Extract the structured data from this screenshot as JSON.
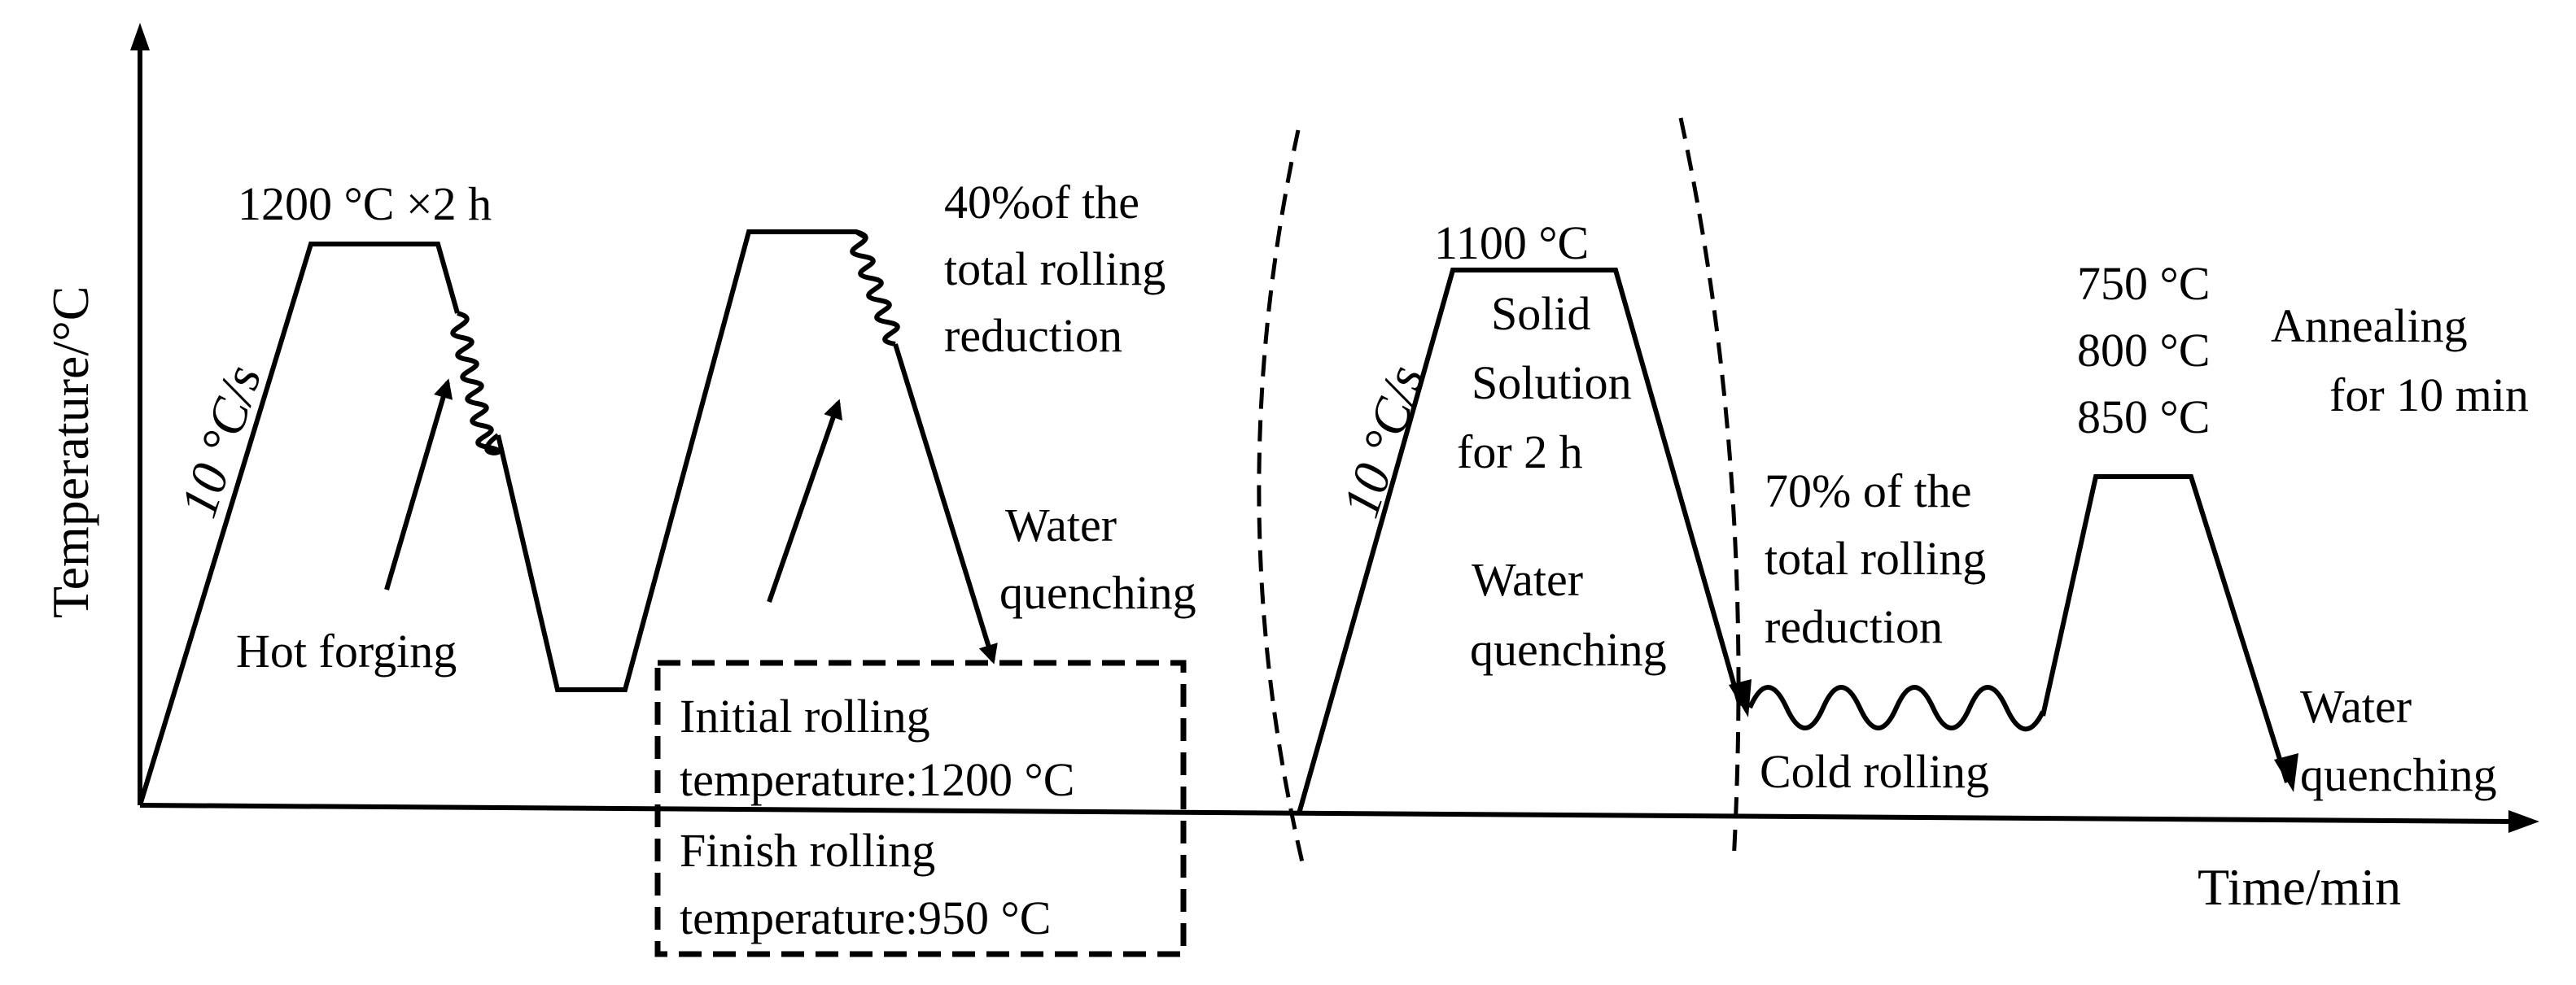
{
  "axes": {
    "y_label": "Temperature/°C",
    "x_label": "Time/min"
  },
  "stage1": {
    "heating_rate": "10 °C/s",
    "hold": "1200 °C ×2 h",
    "hot_forging": "Hot forging",
    "rolling_reduction": [
      "40%of the",
      "total rolling",
      "reduction"
    ],
    "quench": [
      "Water",
      "quenching"
    ],
    "box": [
      "Initial rolling",
      "temperature:1200 °C",
      "Finish rolling",
      "temperature:950  °C"
    ]
  },
  "stage2": {
    "heating_rate": "10 °C/s",
    "hold_temp": "1100 °C",
    "solution": [
      "Solid",
      "Solution",
      "for 2 h"
    ],
    "quench": [
      "Water",
      "quenching"
    ]
  },
  "stage3": {
    "rolling_reduction": [
      "70% of the",
      "total rolling",
      "reduction"
    ],
    "cold_rolling": "Cold rolling",
    "anneal_temps": [
      "750 °C",
      "800 °C",
      "850 °C"
    ],
    "anneal_note": [
      "Annealing",
      "for 10 min"
    ],
    "quench": [
      "Water",
      "quenching"
    ]
  },
  "colors": {
    "ink": "#000000",
    "background": "#ffffff"
  }
}
